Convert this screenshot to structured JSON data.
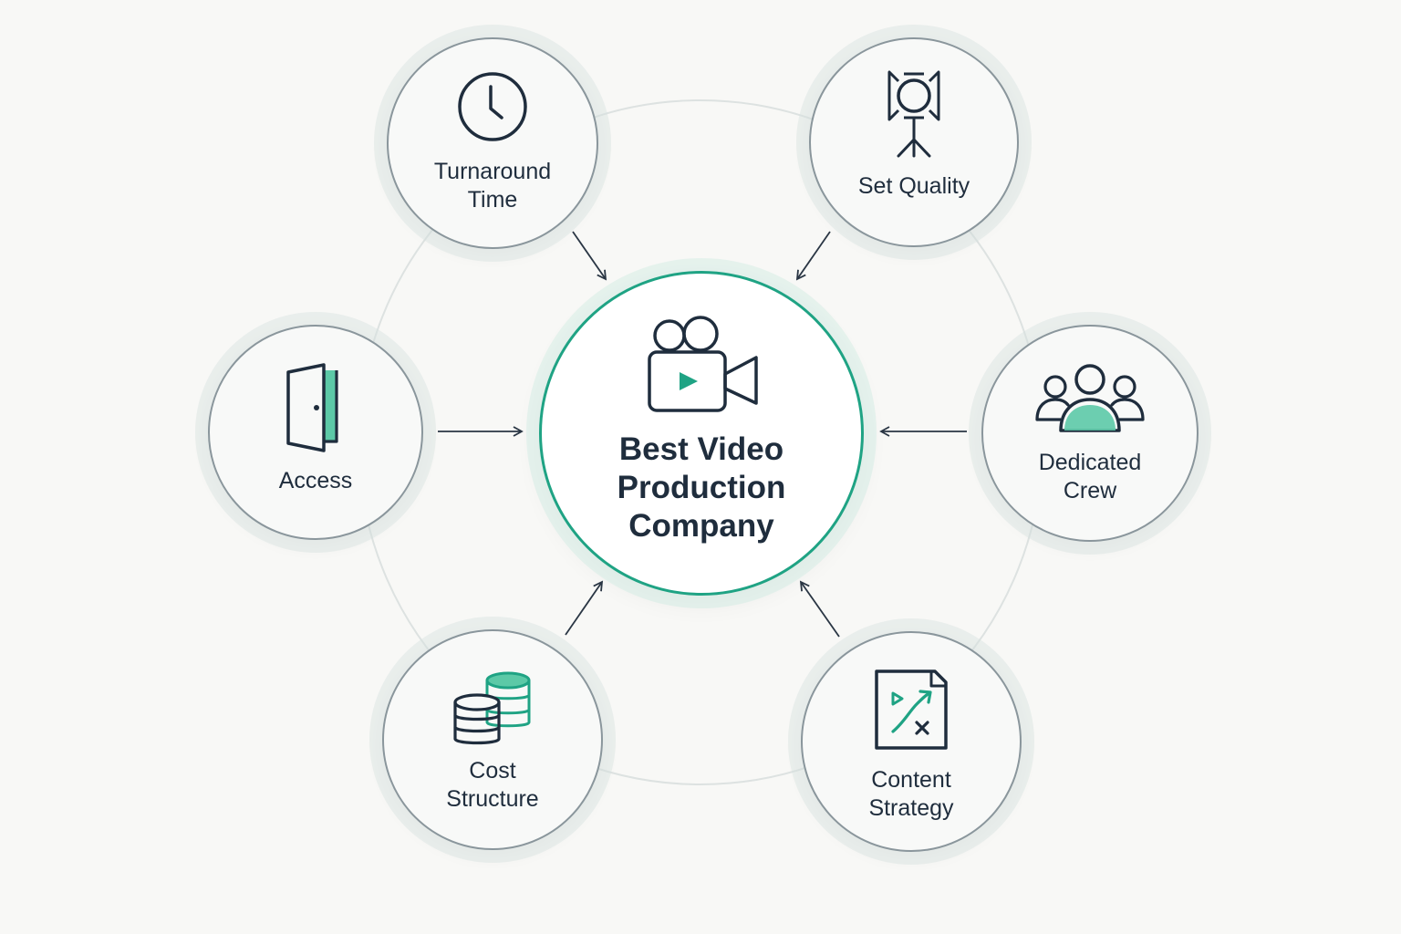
{
  "center": {
    "title": "Best Video\nProduction\nCompany",
    "icon": "video-camera-play-icon"
  },
  "nodes": [
    {
      "key": "turnaround",
      "label": "Turnaround\nTime",
      "icon": "clock-icon"
    },
    {
      "key": "set-quality",
      "label": "Set Quality",
      "icon": "studio-light-icon"
    },
    {
      "key": "access",
      "label": "Access",
      "icon": "door-icon"
    },
    {
      "key": "dedicated-crew",
      "label": "Dedicated\nCrew",
      "icon": "team-icon"
    },
    {
      "key": "cost-structure",
      "label": "Cost\nStructure",
      "icon": "coin-stack-icon"
    },
    {
      "key": "content-strategy",
      "label": "Content\nStrategy",
      "icon": "strategy-board-icon"
    }
  ],
  "colors": {
    "accent": "#1fa384",
    "accent_fill": "#5cc9a7",
    "ink": "#1f2d3d",
    "ring": "#8a969c",
    "background": "#f8f8f6"
  }
}
